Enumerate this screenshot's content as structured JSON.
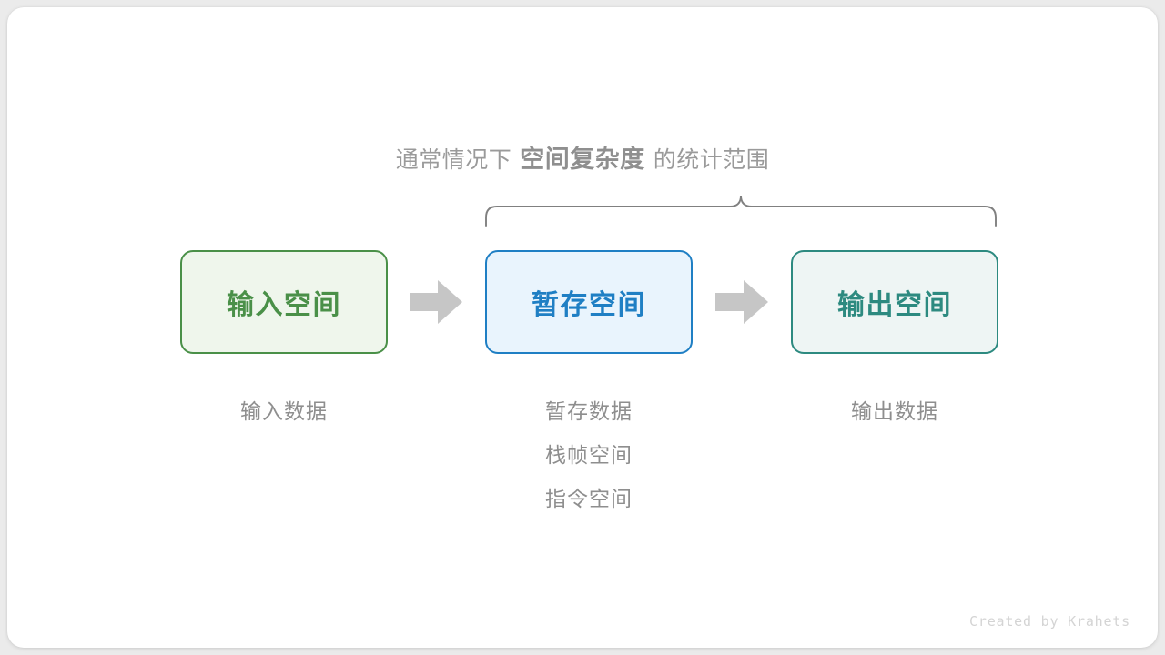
{
  "diagram": {
    "caption": {
      "prefix": "通常情况下",
      "highlight": "空间复杂度",
      "suffix": "的统计范围"
    },
    "brace": {
      "name": "curly-brace",
      "color": "#808080"
    },
    "arrows": [
      {
        "name": "arrow-input-to-temp",
        "glyph": "block-arrow-right",
        "color": "#c6c6c6"
      },
      {
        "name": "arrow-temp-to-output",
        "glyph": "block-arrow-right",
        "color": "#c6c6c6"
      }
    ],
    "stages": [
      {
        "key": "input",
        "box_label": "输入空间",
        "accent": "#4a9048",
        "fill": "#eff6ec",
        "sub_labels": [
          "输入数据"
        ]
      },
      {
        "key": "temp",
        "box_label": "暂存空间",
        "accent": "#1f7fc4",
        "fill": "#e9f4fd",
        "sub_labels": [
          "暂存数据",
          "栈帧空间",
          "指令空间"
        ]
      },
      {
        "key": "output",
        "box_label": "输出空间",
        "accent": "#2d8a80",
        "fill": "#eef5f4",
        "sub_labels": [
          "输出数据"
        ]
      }
    ],
    "credit": "Created by Krahets"
  }
}
